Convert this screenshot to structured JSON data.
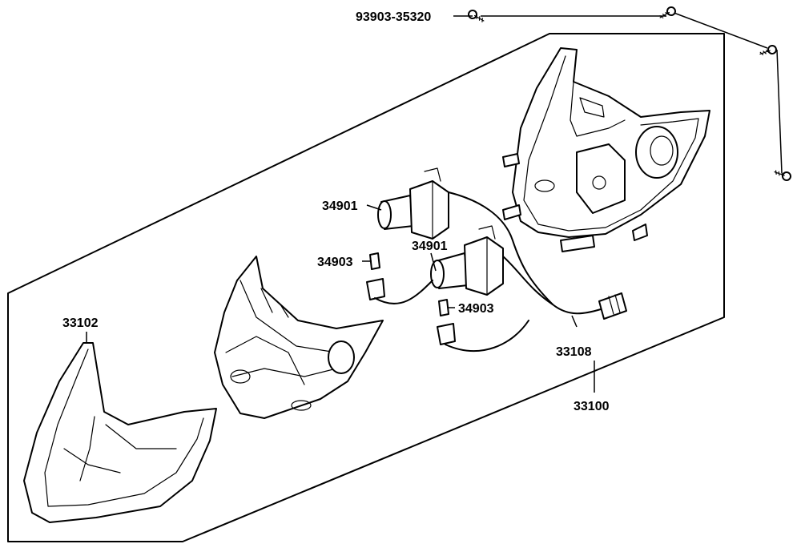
{
  "labels": {
    "screw": "93903-35320",
    "bulb_upper": "34901",
    "bulb_lower": "34901",
    "socket_left": "34903",
    "socket_right": "34903",
    "lens": "33102",
    "harness": "33108",
    "assembly": "33100"
  }
}
